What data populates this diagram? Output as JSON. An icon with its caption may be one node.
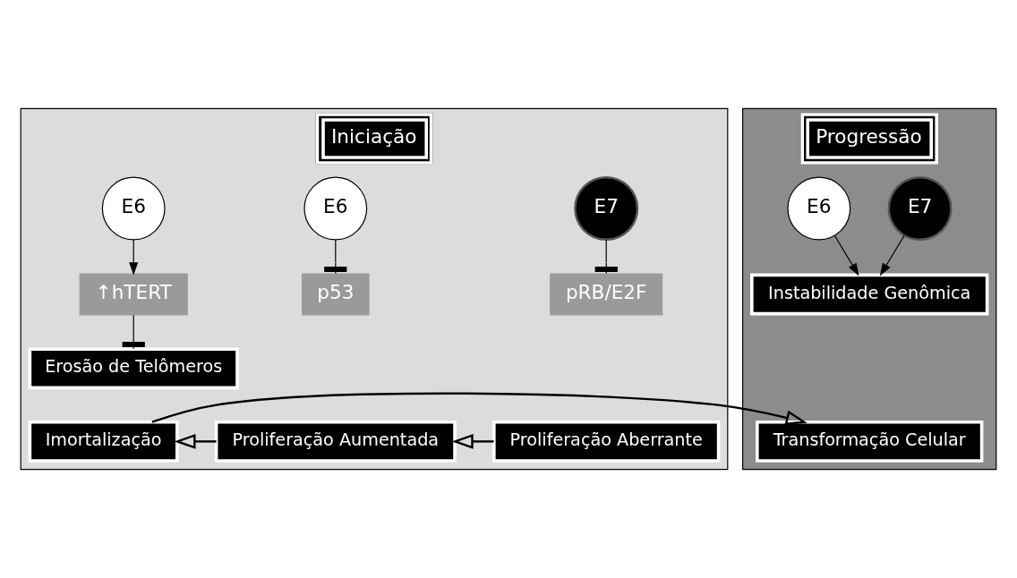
{
  "diagram": {
    "nodes": [
      {
        "text": [
          "Iniciação"
        ]
      },
      {
        "text": [
          "E7"
        ],
        "in": 0
      },
      {
        "text": [
          "pRB/E2F"
        ],
        "in": 0
      },
      {
        "text": [
          "Proliferação Aberrante"
        ],
        "in": 0
      },
      {
        "text": [
          "E6"
        ],
        "in": 0
      },
      {
        "text": [
          "p53"
        ],
        "in": 0
      },
      {
        "text": [
          "Proliferação Aumentada"
        ],
        "in": 0
      },
      {
        "text": [
          "E6"
        ],
        "in": 0
      },
      {
        "text": [
          "↑hTERT"
        ],
        "in": 0
      },
      {
        "text": [
          "Erosão de Telômeros"
        ],
        "in": 0
      },
      {
        "text": [
          "Imortalização"
        ],
        "in": 0
      },
      {
        "text": [
          "Progressão"
        ]
      },
      {
        "text": [
          "E7"
        ],
        "in": 11
      },
      {
        "text": [
          "E6"
        ],
        "in": 11
      },
      {
        "text": [
          "Instabilidade Genômica"
        ],
        "in": 11
      },
      {
        "text": [
          "Transformação Celular"
        ],
        "in": 11
      }
    ],
    "edges": [
      {
        "from": 1,
        "to": 2,
        "arrow": "other"
      },
      {
        "from": 4,
        "to": 5,
        "arrow": "other"
      },
      {
        "from": 7,
        "to": 8,
        "arrow": "to"
      },
      {
        "from": 8,
        "to": 9,
        "arrow": "other"
      },
      {
        "from": 12,
        "to": 14,
        "arrow": "to"
      },
      {
        "from": 13,
        "to": 14,
        "arrow": "to"
      },
      {
        "from": 3,
        "to": 6,
        "arrow": "to"
      },
      {
        "from": 6,
        "to": 10,
        "arrow": "to"
      },
      {
        "from": 10,
        "to": 15,
        "arrow": "to"
      }
    ]
  }
}
